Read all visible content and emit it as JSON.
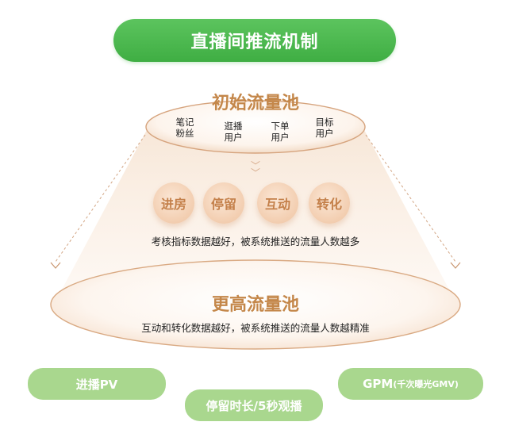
{
  "title": "直播间推流机制",
  "initial_pool": {
    "title": "初始流量池",
    "user_types": [
      {
        "line1": "笔记",
        "line2": "粉丝"
      },
      {
        "line1": "逛播",
        "line2": "用户"
      },
      {
        "line1": "下单",
        "line2": "用户"
      },
      {
        "line1": "目标",
        "line2": "用户"
      }
    ]
  },
  "metrics": [
    "进房",
    "停留",
    "互动",
    "转化"
  ],
  "metrics_note": "考核指标数据越好，被系统推送的流量人数越多",
  "higher_pool": {
    "title": "更高流量池",
    "note": "互动和转化数据越好，被系统推送的流量人数越精准"
  },
  "kpis": {
    "pv": "进播PV",
    "gpm": "GPM",
    "gpm_sub": "(千次曝光GMV)",
    "stay": "停留时长/5秒观播"
  },
  "colors": {
    "title_green": "#4cb84f",
    "pill_green": "#a9d78e",
    "accent_brown": "#c4874a",
    "metric_peach": "#f3cfb2"
  }
}
